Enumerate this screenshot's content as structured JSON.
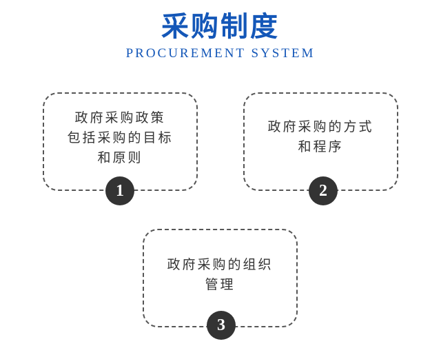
{
  "header": {
    "title": "采购制度",
    "subtitle": "PROCUREMENT SYSTEM"
  },
  "colors": {
    "accent": "#1457b8",
    "border": "#555555",
    "badge": "#333333",
    "text": "#333333"
  },
  "cards": [
    {
      "text": "政府采购政策\n包括采购的目标\n和原则",
      "number": "1"
    },
    {
      "text": "政府采购的方式\n和程序",
      "number": "2"
    },
    {
      "text": "政府采购的组织\n管理",
      "number": "3"
    }
  ]
}
